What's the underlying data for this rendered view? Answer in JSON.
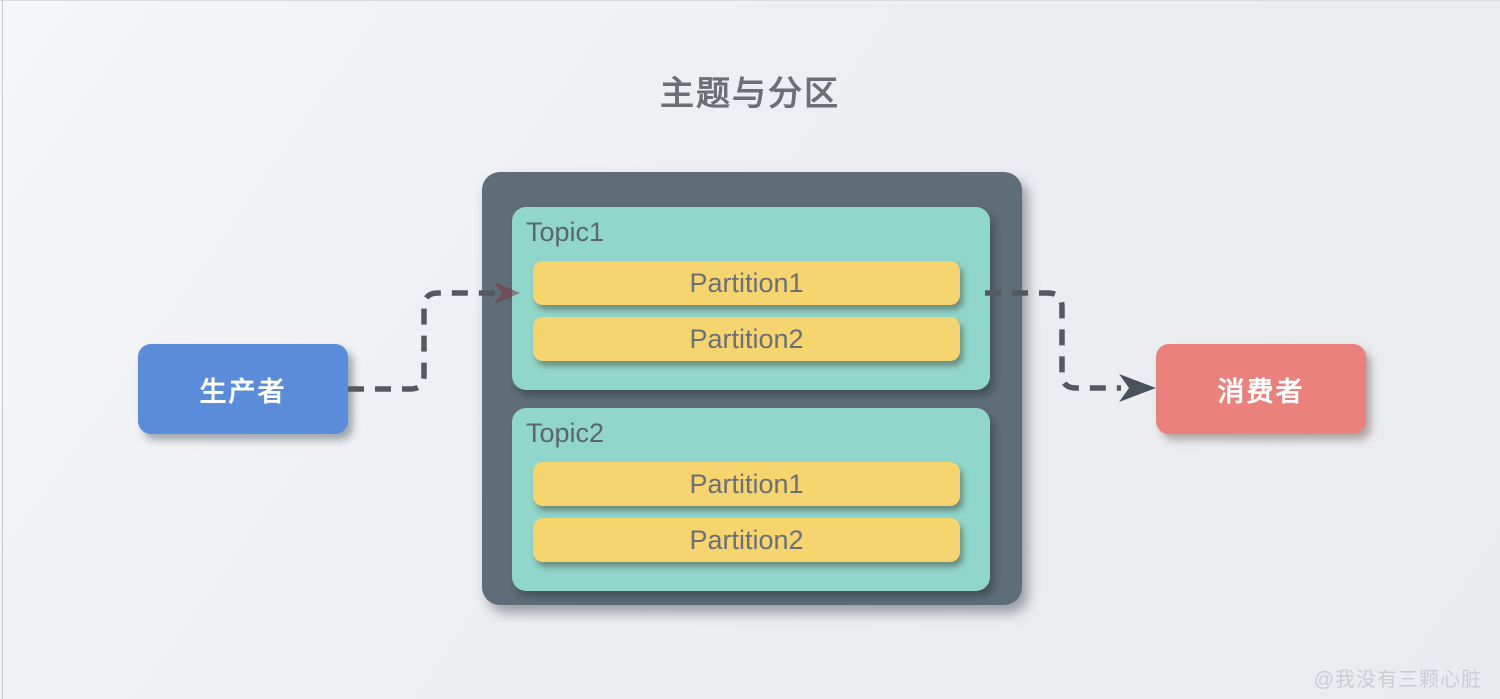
{
  "title": "主题与分区",
  "producer": {
    "label": "生产者",
    "color": "#5b8cd9"
  },
  "consumer": {
    "label": "消费者",
    "color": "#ea817d"
  },
  "broker": {
    "container_color": "#5e6d78",
    "topic_color": "#90d6ca",
    "partition_color": "#f6d56e",
    "topics": [
      {
        "name": "Topic1",
        "partitions": [
          "Partition1",
          "Partition2"
        ]
      },
      {
        "name": "Topic2",
        "partitions": [
          "Partition1",
          "Partition2"
        ]
      }
    ]
  },
  "connectors": {
    "style": "dashed",
    "color": "#54595f",
    "producer_to_broker": "producer → Topic1 partitions",
    "broker_to_consumer": "Topic1 partitions → consumer"
  },
  "watermark": "@我没有三颗心脏"
}
